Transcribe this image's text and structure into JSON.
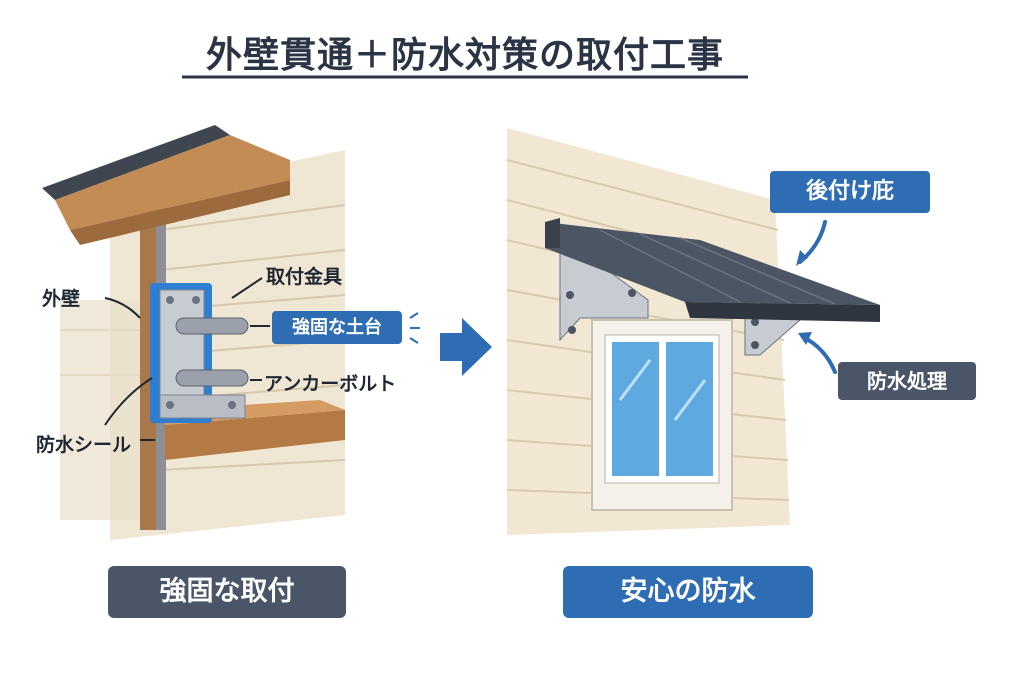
{
  "title": "外壁貫通＋防水対策の取付工事",
  "left": {
    "labels": {
      "wall": "外壁",
      "bracket": "取付金具",
      "base": "強固な土台",
      "anchor": "アンカーボルト",
      "seal": "防水シール"
    },
    "caption": "強固な取付"
  },
  "right": {
    "labels": {
      "awning": "後付け庇",
      "waterproof": "防水処理"
    },
    "caption": "安心の防水"
  },
  "colors": {
    "blue": "#2e6db4",
    "slate": "#4a5568",
    "dark": "#2a3444"
  }
}
